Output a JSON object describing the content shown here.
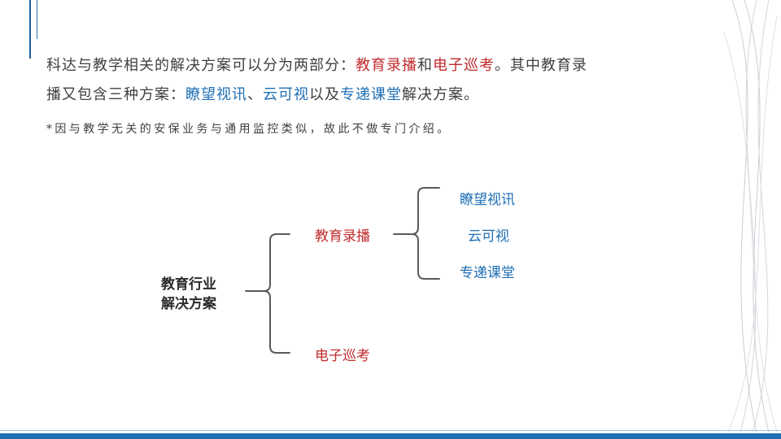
{
  "intro": {
    "line1_a": "科达与教学相关的解决方案可以分为两部分：",
    "line1_b": "教育录播",
    "line1_c": "和",
    "line1_d": "电子巡考",
    "line1_e": "。其中教育录",
    "line2_a": "播又包含三种方案：",
    "line2_b": "瞭望视讯",
    "line2_c": "、",
    "line2_d": "云可视",
    "line2_e": "以及",
    "line2_f": "专递课堂",
    "line2_g": "解决方案。"
  },
  "note": "*因与教学无关的安保业务与通用监控类似，故此不做专门介绍。",
  "tree": {
    "root_line1": "教育行业",
    "root_line2": "解决方案",
    "branch1": "教育录播",
    "branch2": "电子巡考",
    "children": [
      "瞭望视讯",
      "云可视",
      "专递课堂"
    ]
  },
  "colors": {
    "accent_red": "#c0292b",
    "accent_blue": "#1f6fb5",
    "text": "#404040"
  }
}
